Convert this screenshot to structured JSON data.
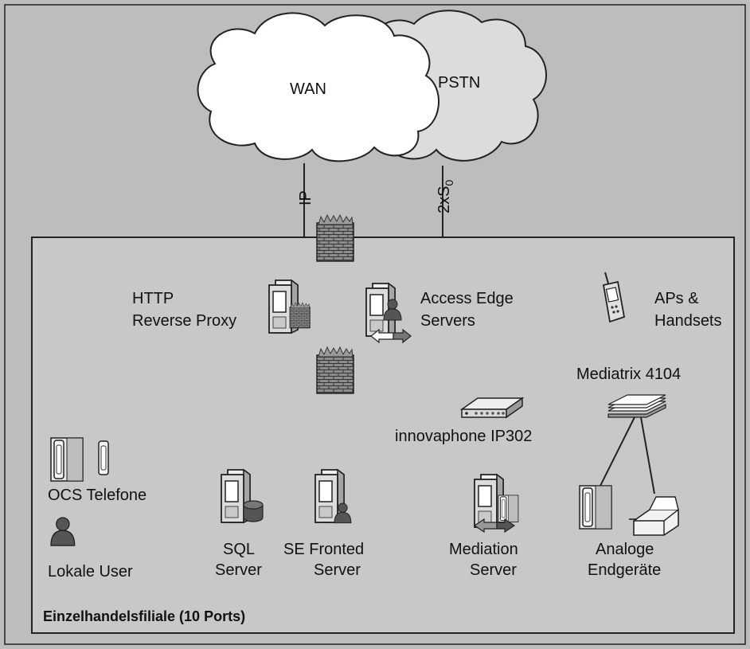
{
  "clouds": {
    "wan": "WAN",
    "pstn": "PSTN"
  },
  "links": {
    "ip": "IP",
    "isdn_prefix": "2xS",
    "isdn_sub": "0"
  },
  "nodes": {
    "http_proxy": [
      "HTTP",
      "Reverse Proxy"
    ],
    "access_edge": [
      "Access Edge",
      "Servers"
    ],
    "aps_handsets": [
      "APs &",
      "Handsets"
    ],
    "mediatrix": "Mediatrix 4104",
    "innovaphone": "innovaphone IP302",
    "ocs_phones": "OCS Telefone",
    "local_user": "Lokale User",
    "sql_server": [
      "SQL",
      "Server"
    ],
    "se_frontend": [
      "SE Fronted",
      "Server"
    ],
    "mediation": [
      "Mediation",
      "Server"
    ],
    "analog_devices": [
      "Analoge",
      "Endgeräte"
    ]
  },
  "site": {
    "title": "Einzelhandelsfiliale (10 Ports)"
  },
  "colors": {
    "background": "#bdbdbd",
    "site_box": "#c8c8c8",
    "wan_cloud": "#ffffff",
    "pstn_cloud": "#dcdcdc",
    "firewall": "#8a8a8a"
  }
}
